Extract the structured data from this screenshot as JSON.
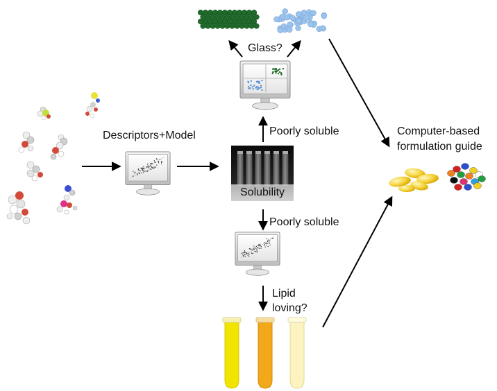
{
  "labels": {
    "descriptors_model": "Descriptors+Model",
    "glass_question": "Glass?",
    "poorly_soluble_upper": "Poorly soluble",
    "solubility": "Solubility",
    "poorly_soluble_lower": "Poorly soluble",
    "lipid_loving_line1": "Lipid",
    "lipid_loving_line2": "loving?",
    "formulation_line1": "Computer-based",
    "formulation_line2": "formulation guide"
  },
  "colors": {
    "crystal": "#1f6b2a",
    "amorphous": "#9cc3ec",
    "tube_yellow": "#f1e400",
    "tube_orange": "#f1a81a",
    "tube_pale": "#fbf4c2",
    "capsule": "#f6d64a",
    "arrow": "#000000"
  },
  "icons": {
    "molecules": "molecule-models",
    "monitors": "scatter-plot-monitor-icon",
    "vials": "solubility-vials",
    "tubes": "test-tubes",
    "capsules": "softgel-capsules",
    "tablets": "colored-tablets"
  }
}
